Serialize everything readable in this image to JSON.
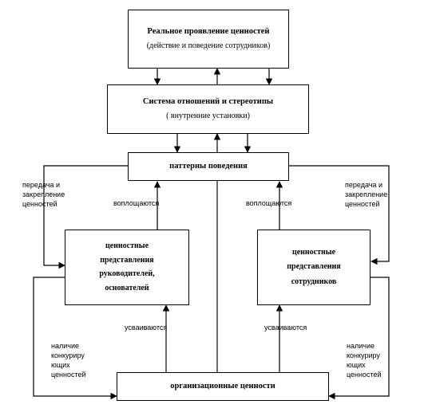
{
  "boxes": {
    "top": {
      "title": "Реальное проявление ценностей",
      "subtitle": "(действие и поведение сотрудников)"
    },
    "system": {
      "title": "Система отношений и стереотипы",
      "subtitle": "( внутренние установки)"
    },
    "patterns": {
      "title": "паттерны поведения"
    },
    "leaders": {
      "lines": [
        "ценностные",
        "представления",
        "руководителей,",
        "основателей"
      ]
    },
    "employees": {
      "lines": [
        "ценностные",
        "представления",
        "сотрудников"
      ]
    },
    "org": {
      "title": "организационные ценности"
    }
  },
  "labels": {
    "transfer_left": [
      "передача и",
      "закрепление",
      "ценностей"
    ],
    "transfer_right": [
      "передача и",
      "закрепление",
      "ценностей"
    ],
    "embody_left": "воплощаются",
    "embody_right": "воплощаются",
    "assimilate_left": "усваиваются",
    "assimilate_right": "усваиваются",
    "compete_left": [
      "наличие",
      "конкуриру",
      "ющих",
      "ценностей"
    ],
    "compete_right": [
      "наличие",
      "конкуриру",
      "ющих",
      "ценностей"
    ]
  }
}
